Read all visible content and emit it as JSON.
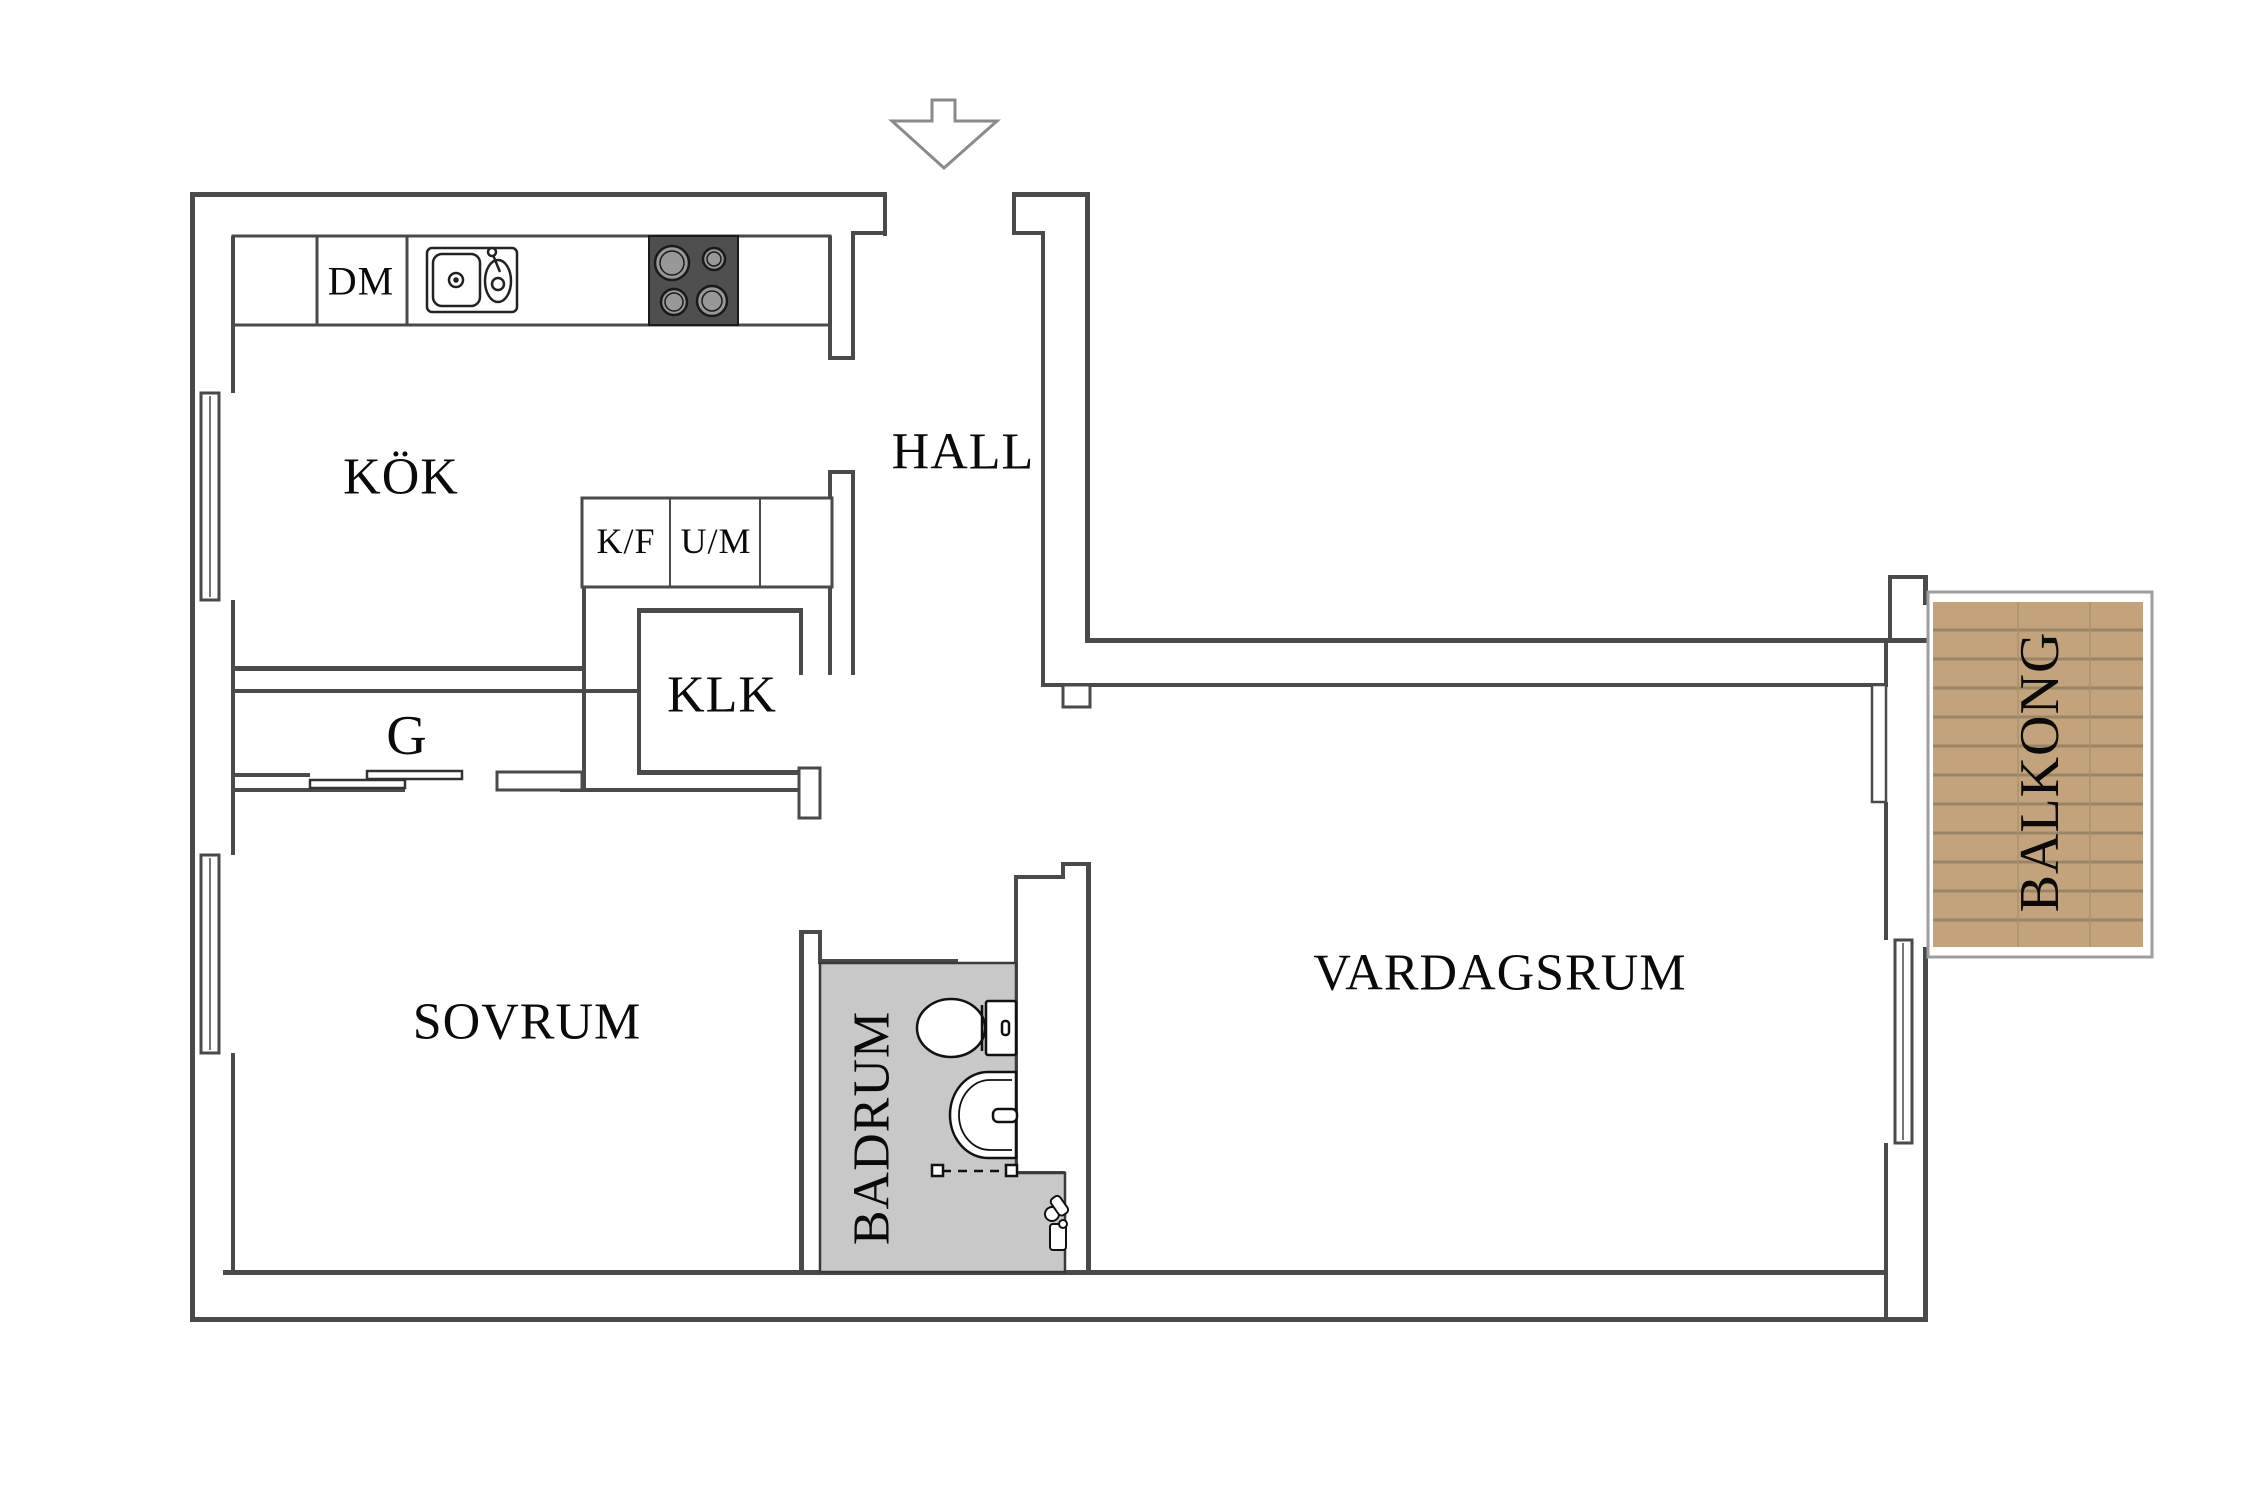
{
  "floorplan": {
    "title": "apartment-floor-plan",
    "rooms": {
      "kitchen": {
        "label": "KÖK"
      },
      "hall": {
        "label": "HALL"
      },
      "closet": {
        "label": "KLK"
      },
      "wardrobe": {
        "label": "G"
      },
      "bedroom": {
        "label": "SOVRUM"
      },
      "bathroom": {
        "label": "BADRUM"
      },
      "living_room": {
        "label": "VARDAGSRUM"
      },
      "balcony": {
        "label": "BALKONG"
      }
    },
    "appliances": {
      "dishwasher": {
        "label": "DM"
      },
      "fridge_freezer": {
        "label": "K/F"
      },
      "oven_microwave": {
        "label": "U/M"
      }
    },
    "colors": {
      "wall": "#4a4a4a",
      "wall_light": "#8a8a8a",
      "bathroom_floor": "#c8c8c8",
      "stove_body": "#4f4f4f",
      "burner": "#989898",
      "balcony_frame": "#9e9e9e",
      "wood": "#c2a37c",
      "wood_line": "#93805f",
      "fixture_outline": "#111111"
    }
  }
}
